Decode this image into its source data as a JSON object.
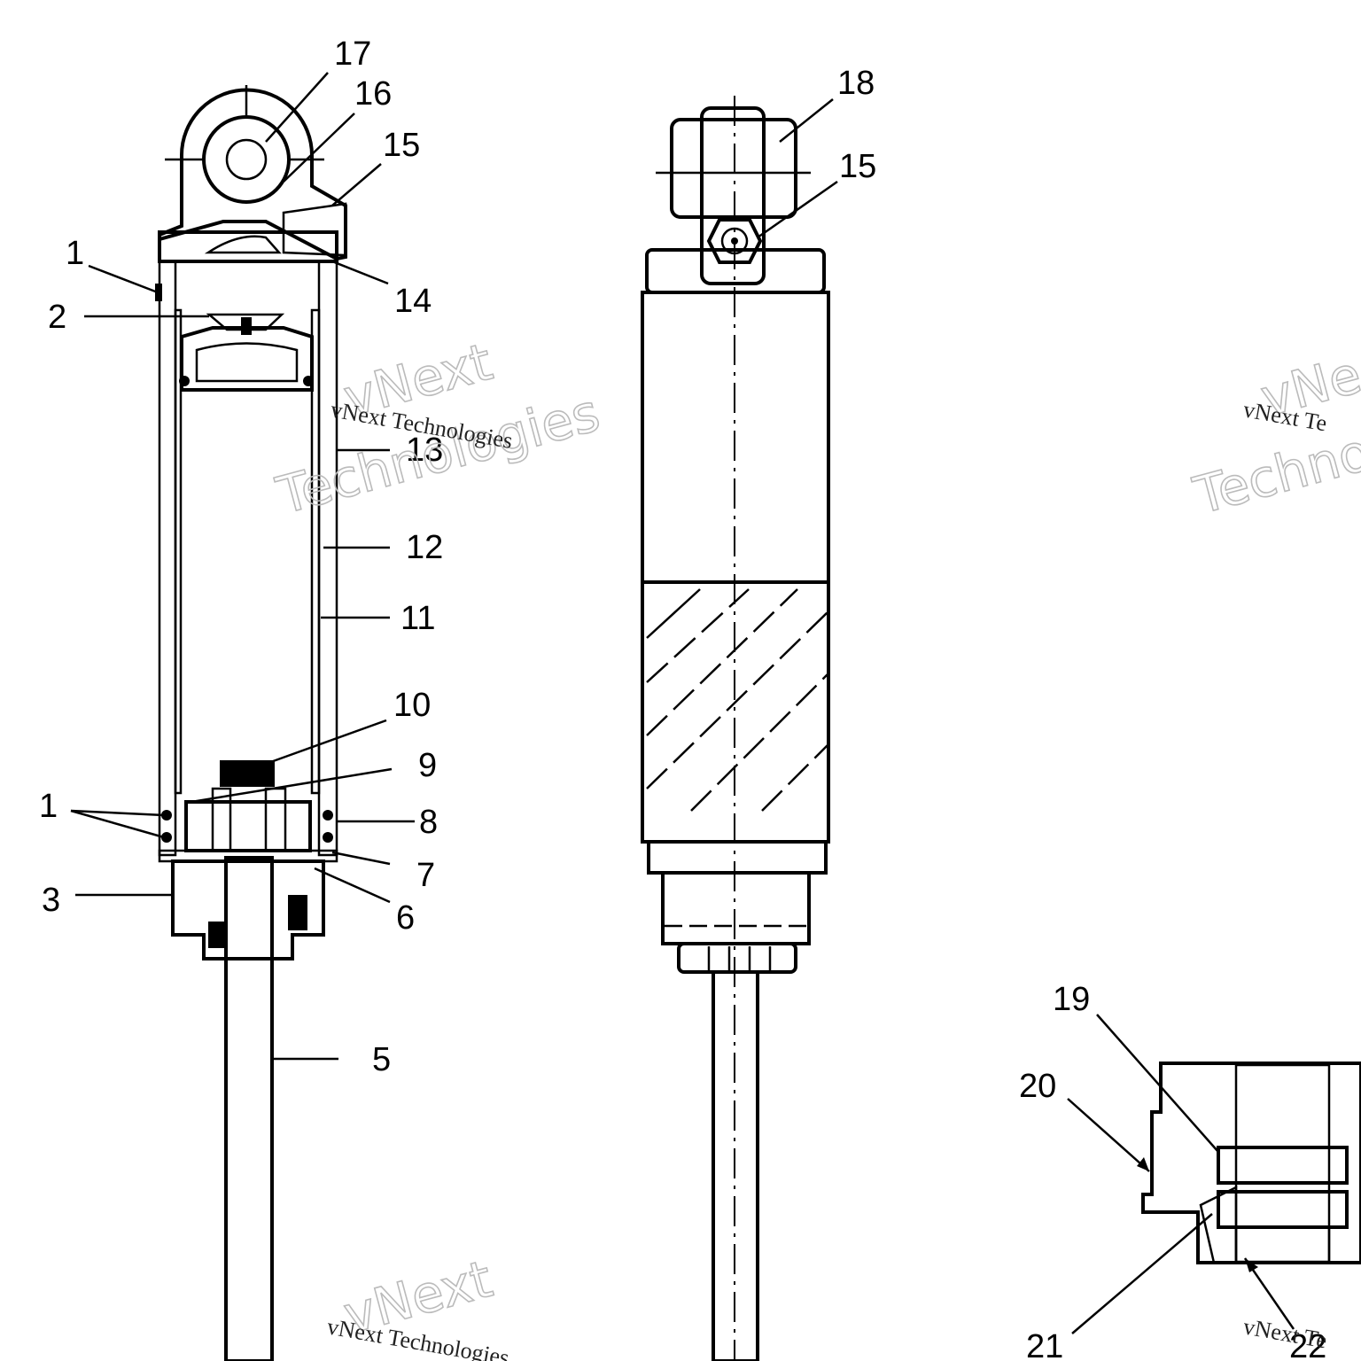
{
  "callouts": {
    "c1a": "1",
    "c1b": "1",
    "c2": "2",
    "c3": "3",
    "c5": "5",
    "c6": "6",
    "c7": "7",
    "c8": "8",
    "c9": "9",
    "c10": "10",
    "c11": "11",
    "c12": "12",
    "c13": "13",
    "c14": "14",
    "c15a": "15",
    "c15b": "15",
    "c16": "16",
    "c17": "17",
    "c18": "18",
    "c19": "19",
    "c20": "20",
    "c21": "21",
    "c22": "22"
  },
  "watermark": {
    "line_small": "vNext Technologies",
    "line_small_2": "vNext Te",
    "big_1": "vNext",
    "big_2": "Technologies",
    "big_2b": "Techno",
    "big_1b": "vNe"
  },
  "colors": {
    "ink": "#000000",
    "watermark": "#bbbbbb",
    "background": "#ffffff"
  }
}
